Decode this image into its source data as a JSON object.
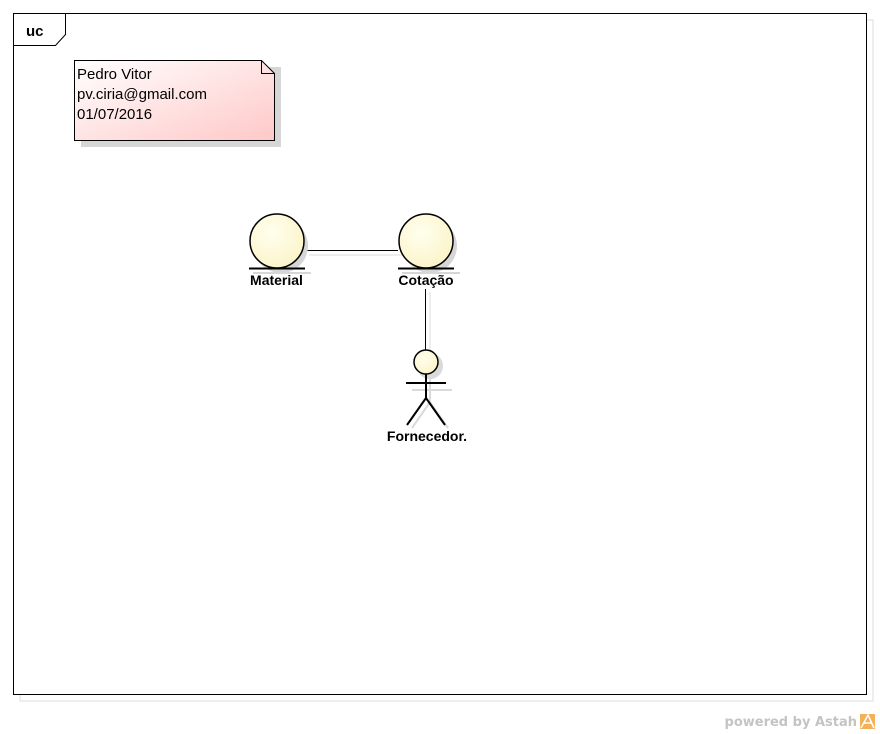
{
  "frame": {
    "label": "uc"
  },
  "note": {
    "lines": [
      "Pedro Vitor",
      "pv.ciria@gmail.com",
      "01/07/2016"
    ]
  },
  "entities": [
    {
      "id": "material",
      "label": "Material",
      "type": "entity"
    },
    {
      "id": "cotacao",
      "label": "Cotação",
      "type": "entity"
    },
    {
      "id": "fornecedor",
      "label": "Fornecedor.",
      "type": "actor"
    }
  ],
  "links": [
    {
      "from": "material",
      "to": "cotacao"
    },
    {
      "from": "cotacao",
      "to": "fornecedor"
    }
  ],
  "watermark": {
    "text": "powered by Astah",
    "icon": "astah-logo-icon"
  },
  "colors": {
    "note_fill_start": "#ffffff",
    "note_fill_end": "#ffc8c8",
    "entity_fill": "#ffffdd",
    "shadow": "#d6d6d6",
    "stroke": "#000000",
    "logo": "#f0a040"
  }
}
